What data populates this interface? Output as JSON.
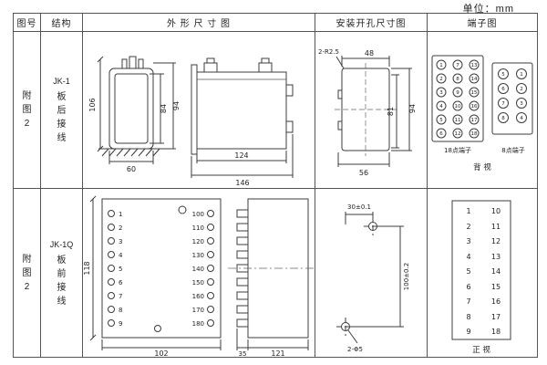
{
  "unit_label": "单位：mm",
  "header": {
    "figure": "图号",
    "structure": "结构",
    "outline": "外 形 尺 寸 图",
    "mounting": "安装开孔尺寸图",
    "terminal": "端子图"
  },
  "row1": {
    "figure": {
      "l1": "附",
      "l2": "图",
      "l3": "2"
    },
    "structure": {
      "model": "JK-1",
      "l1": "板",
      "l2": "后",
      "l3": "接",
      "l4": "线"
    },
    "outline": {
      "d106": "106",
      "d84": "84",
      "d94": "94",
      "d60": "60",
      "d124": "124",
      "d146": "146"
    },
    "mounting": {
      "note": "2-R2.5",
      "d48": "48",
      "d81": "81",
      "d94": "94",
      "d56": "56"
    },
    "terminal": {
      "t18": [
        "1",
        "2",
        "3",
        "4",
        "5",
        "6",
        "7",
        "8",
        "9",
        "10",
        "11",
        "12",
        "13",
        "14",
        "15",
        "16",
        "17",
        "18"
      ],
      "t8": [
        "5",
        "1",
        "6",
        "2",
        "7",
        "3",
        "8",
        "4"
      ],
      "label18": "18点端子",
      "label8": "8点端子",
      "view": "背 视"
    }
  },
  "row2": {
    "figure": {
      "l1": "附",
      "l2": "图",
      "l3": "2"
    },
    "structure": {
      "model": "JK-1Q",
      "l1": "板",
      "l2": "前",
      "l3": "接",
      "l4": "线"
    },
    "outline": {
      "left": [
        "1",
        "2",
        "3",
        "4",
        "5",
        "6",
        "7",
        "8",
        "9"
      ],
      "right": [
        "100",
        "110",
        "120",
        "130",
        "140",
        "150",
        "160",
        "170",
        "180"
      ],
      "d118": "118",
      "d102": "102",
      "d35": "35",
      "d121": "121"
    },
    "mounting": {
      "d30": "30±0.1",
      "d100": "100±0.2",
      "note": "2-Φ5"
    },
    "terminal": {
      "left": [
        "1",
        "2",
        "3",
        "4",
        "5",
        "6",
        "7",
        "8",
        "9"
      ],
      "right": [
        "10",
        "11",
        "12",
        "13",
        "14",
        "15",
        "16",
        "17",
        "18"
      ],
      "view": "正 视"
    }
  }
}
